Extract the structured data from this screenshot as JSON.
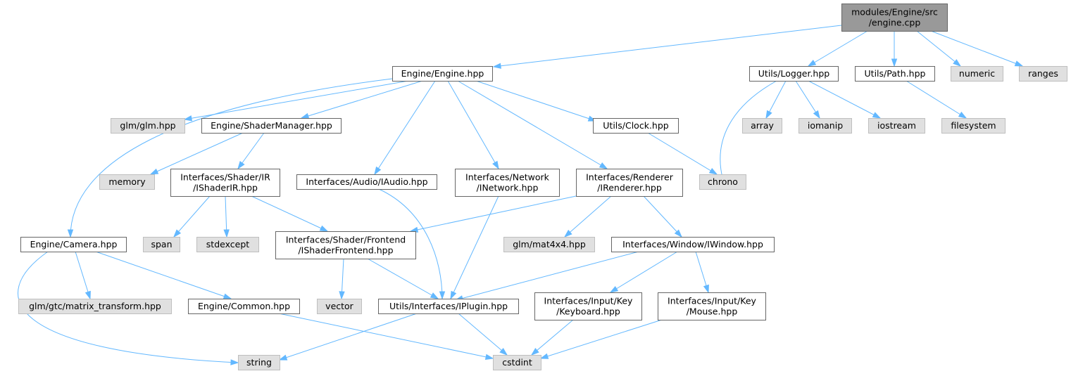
{
  "graph": {
    "nodes": {
      "root": {
        "lines": [
          "modules/Engine/src",
          "/engine.cpp"
        ],
        "kind": "root"
      },
      "engine_hpp": {
        "lines": [
          "Engine/Engine.hpp"
        ],
        "kind": "local"
      },
      "logger": {
        "lines": [
          "Utils/Logger.hpp"
        ],
        "kind": "local"
      },
      "path": {
        "lines": [
          "Utils/Path.hpp"
        ],
        "kind": "local"
      },
      "numeric": {
        "lines": [
          "numeric"
        ],
        "kind": "system"
      },
      "ranges": {
        "lines": [
          "ranges"
        ],
        "kind": "system"
      },
      "glm": {
        "lines": [
          "glm/glm.hpp"
        ],
        "kind": "system"
      },
      "shadermgr": {
        "lines": [
          "Engine/ShaderManager.hpp"
        ],
        "kind": "local"
      },
      "clock": {
        "lines": [
          "Utils/Clock.hpp"
        ],
        "kind": "local"
      },
      "array": {
        "lines": [
          "array"
        ],
        "kind": "system"
      },
      "iomanip": {
        "lines": [
          "iomanip"
        ],
        "kind": "system"
      },
      "iostream": {
        "lines": [
          "iostream"
        ],
        "kind": "system"
      },
      "filesystem": {
        "lines": [
          "filesystem"
        ],
        "kind": "system"
      },
      "memory": {
        "lines": [
          "memory"
        ],
        "kind": "system"
      },
      "ishaderir": {
        "lines": [
          "Interfaces/Shader/IR",
          "/IShaderIR.hpp"
        ],
        "kind": "local"
      },
      "iaudio": {
        "lines": [
          "Interfaces/Audio/IAudio.hpp"
        ],
        "kind": "local"
      },
      "inetwork": {
        "lines": [
          "Interfaces/Network",
          "/INetwork.hpp"
        ],
        "kind": "local"
      },
      "irenderer": {
        "lines": [
          "Interfaces/Renderer",
          "/IRenderer.hpp"
        ],
        "kind": "local"
      },
      "chrono": {
        "lines": [
          "chrono"
        ],
        "kind": "system"
      },
      "camera": {
        "lines": [
          "Engine/Camera.hpp"
        ],
        "kind": "local"
      },
      "span": {
        "lines": [
          "span"
        ],
        "kind": "system"
      },
      "stdexcept": {
        "lines": [
          "stdexcept"
        ],
        "kind": "system"
      },
      "ishaderfrontend": {
        "lines": [
          "Interfaces/Shader/Frontend",
          "/IShaderFrontend.hpp"
        ],
        "kind": "local"
      },
      "mat4x4": {
        "lines": [
          "glm/mat4x4.hpp"
        ],
        "kind": "system"
      },
      "iwindow": {
        "lines": [
          "Interfaces/Window/IWindow.hpp"
        ],
        "kind": "local"
      },
      "matrix_transform": {
        "lines": [
          "glm/gtc/matrix_transform.hpp"
        ],
        "kind": "system"
      },
      "common": {
        "lines": [
          "Engine/Common.hpp"
        ],
        "kind": "local"
      },
      "vector": {
        "lines": [
          "vector"
        ],
        "kind": "system"
      },
      "iplugin": {
        "lines": [
          "Utils/Interfaces/IPlugin.hpp"
        ],
        "kind": "local"
      },
      "keyboard": {
        "lines": [
          "Interfaces/Input/Key",
          "/Keyboard.hpp"
        ],
        "kind": "local"
      },
      "mouse": {
        "lines": [
          "Interfaces/Input/Key",
          "/Mouse.hpp"
        ],
        "kind": "local"
      },
      "string": {
        "lines": [
          "string"
        ],
        "kind": "system"
      },
      "cstdint": {
        "lines": [
          "cstdint"
        ],
        "kind": "system"
      }
    },
    "edges": [
      {
        "from": "root",
        "to": "engine_hpp"
      },
      {
        "from": "root",
        "to": "logger"
      },
      {
        "from": "root",
        "to": "path"
      },
      {
        "from": "root",
        "to": "numeric"
      },
      {
        "from": "root",
        "to": "ranges"
      },
      {
        "from": "engine_hpp",
        "to": "camera"
      },
      {
        "from": "engine_hpp",
        "to": "glm"
      },
      {
        "from": "engine_hpp",
        "to": "shadermgr"
      },
      {
        "from": "engine_hpp",
        "to": "iaudio"
      },
      {
        "from": "engine_hpp",
        "to": "inetwork"
      },
      {
        "from": "engine_hpp",
        "to": "irenderer"
      },
      {
        "from": "engine_hpp",
        "to": "clock"
      },
      {
        "from": "logger",
        "to": "chrono"
      },
      {
        "from": "logger",
        "to": "array"
      },
      {
        "from": "logger",
        "to": "iomanip"
      },
      {
        "from": "logger",
        "to": "iostream"
      },
      {
        "from": "path",
        "to": "filesystem"
      },
      {
        "from": "clock",
        "to": "chrono"
      },
      {
        "from": "shadermgr",
        "to": "memory"
      },
      {
        "from": "shadermgr",
        "to": "ishaderir"
      },
      {
        "from": "ishaderir",
        "to": "span"
      },
      {
        "from": "ishaderir",
        "to": "stdexcept"
      },
      {
        "from": "ishaderir",
        "to": "ishaderfrontend"
      },
      {
        "from": "iaudio",
        "to": "iplugin"
      },
      {
        "from": "inetwork",
        "to": "iplugin"
      },
      {
        "from": "irenderer",
        "to": "ishaderfrontend"
      },
      {
        "from": "irenderer",
        "to": "mat4x4"
      },
      {
        "from": "irenderer",
        "to": "iwindow"
      },
      {
        "from": "ishaderfrontend",
        "to": "vector"
      },
      {
        "from": "ishaderfrontend",
        "to": "iplugin"
      },
      {
        "from": "iwindow",
        "to": "iplugin"
      },
      {
        "from": "iwindow",
        "to": "keyboard"
      },
      {
        "from": "iwindow",
        "to": "mouse"
      },
      {
        "from": "camera",
        "to": "string"
      },
      {
        "from": "camera",
        "to": "matrix_transform"
      },
      {
        "from": "camera",
        "to": "common"
      },
      {
        "from": "common",
        "to": "cstdint"
      },
      {
        "from": "iplugin",
        "to": "string"
      },
      {
        "from": "iplugin",
        "to": "cstdint"
      },
      {
        "from": "keyboard",
        "to": "cstdint"
      },
      {
        "from": "mouse",
        "to": "cstdint"
      }
    ]
  },
  "colors": {
    "edge": "#63b8ff",
    "root_fill": "#999999",
    "root_stroke": "#666666",
    "local_fill": "#ffffff",
    "local_stroke": "#666666",
    "system_fill": "#e0e0e0",
    "system_stroke": "#bfbfbf"
  }
}
